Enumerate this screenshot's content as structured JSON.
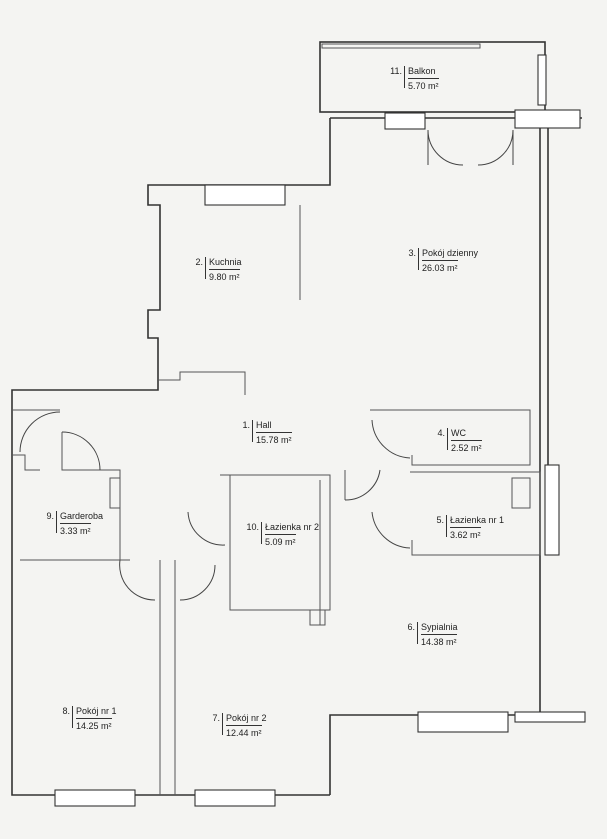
{
  "rooms": [
    {
      "number": "1.",
      "name": "Hall",
      "area": "15.78 m²"
    },
    {
      "number": "2.",
      "name": "Kuchnia",
      "area": "9.80 m²"
    },
    {
      "number": "3.",
      "name": "Pokój dzienny",
      "area": "26.03 m²"
    },
    {
      "number": "4.",
      "name": "WC",
      "area": "2.52 m²"
    },
    {
      "number": "5.",
      "name": "Łazienka nr 1",
      "area": "3.62 m²"
    },
    {
      "number": "6.",
      "name": "Sypialnia",
      "area": "14.38 m²"
    },
    {
      "number": "7.",
      "name": "Pokój nr 2",
      "area": "12.44 m²"
    },
    {
      "number": "8.",
      "name": "Pokój nr 1",
      "area": "14.25 m²"
    },
    {
      "number": "9.",
      "name": "Garderoba",
      "area": "3.33 m²"
    },
    {
      "number": "10.",
      "name": "Łazienka nr 2",
      "area": "5.09 m²"
    },
    {
      "number": "11.",
      "name": "Balkon",
      "area": "5.70 m²"
    }
  ]
}
